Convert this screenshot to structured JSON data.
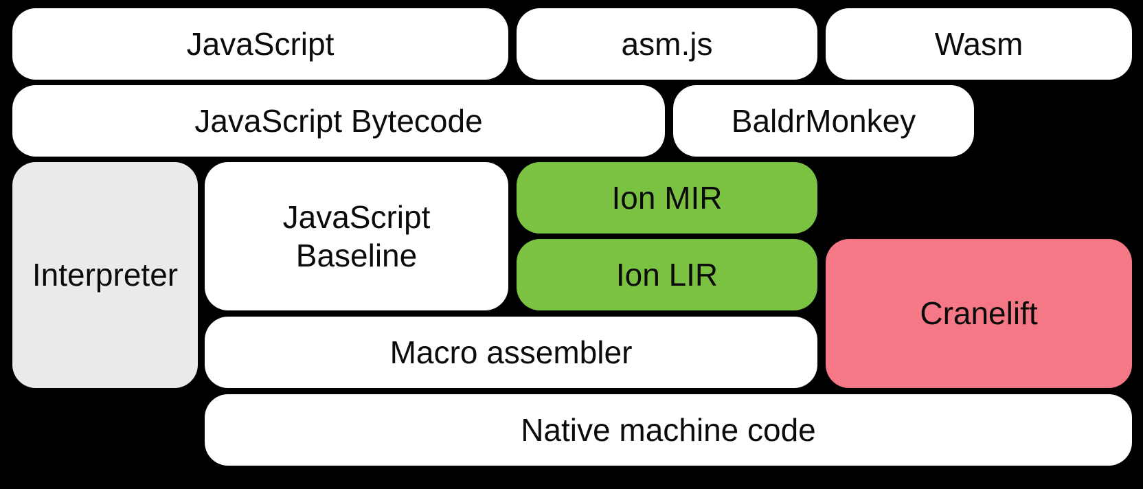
{
  "diagram": {
    "background": "#000000",
    "text_color": "#0b0b0b",
    "nodes": {
      "javascript": {
        "label": "JavaScript",
        "color": "#ffffff"
      },
      "asmjs": {
        "label": "asm.js",
        "color": "#ffffff"
      },
      "wasm": {
        "label": "Wasm",
        "color": "#ffffff"
      },
      "javascript_bytecode": {
        "label": "JavaScript Bytecode",
        "color": "#ffffff"
      },
      "baldrmonkey": {
        "label": "BaldrMonkey",
        "color": "#ffffff"
      },
      "interpreter": {
        "label": "Interpreter",
        "color": "#eaeaea"
      },
      "javascript_baseline": {
        "label": "JavaScript Baseline",
        "line1": "JavaScript",
        "line2": "Baseline",
        "color": "#ffffff"
      },
      "ion_mir": {
        "label": "Ion MIR",
        "color": "#7cc242"
      },
      "ion_lir": {
        "label": "Ion LIR",
        "color": "#7cc242"
      },
      "cranelift": {
        "label": "Cranelift",
        "color": "#f47885"
      },
      "macro_assembler": {
        "label": "Macro assembler",
        "color": "#ffffff"
      },
      "native_machine_code": {
        "label": "Native machine code",
        "color": "#ffffff"
      }
    }
  }
}
